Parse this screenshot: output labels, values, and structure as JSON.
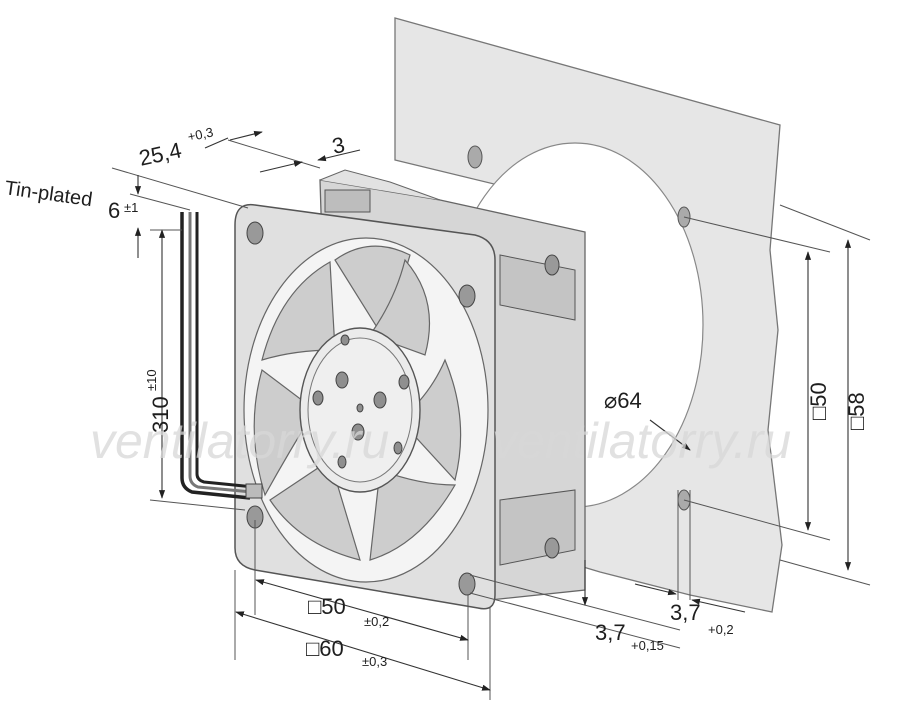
{
  "labels": {
    "tin_plated": "Tin-plated",
    "wire_strip": "6",
    "wire_strip_tol": "±1",
    "depth": "25,4",
    "depth_tol": "+0,3",
    "flange": "3",
    "lead_length": "310",
    "lead_length_tol": "±10",
    "bore": "⌀64",
    "mount_inner": "□50",
    "mount_outer": "□58",
    "hole_pitch": "□50",
    "hole_pitch_tol": "±0,2",
    "frame_size": "□60",
    "frame_size_tol": "±0,3",
    "hole_dia": "3,7",
    "hole_dia_tol": "+0,15",
    "panel_hole": "3,7",
    "panel_hole_tol": "+0,2"
  },
  "watermark": "ventilatorry.ru",
  "colors": {
    "panel": "#e4e4e4",
    "frame": "#dcdcdc",
    "blade": "#cfcfcf",
    "hub": "#ececec",
    "lines": "#1e1e1e"
  }
}
